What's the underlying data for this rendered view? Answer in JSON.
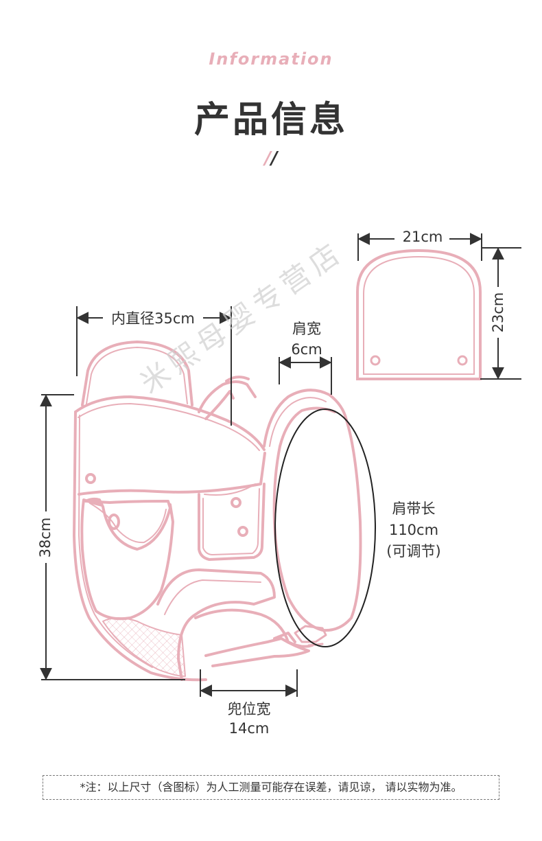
{
  "header": {
    "en_title": "Information",
    "cn_title": "产品信息",
    "divider_pink": "/",
    "divider_dark": "/"
  },
  "dimensions": {
    "inner_diameter": "内直径35cm",
    "height": "38cm",
    "shoulder_width_label": "肩宽",
    "shoulder_width_value": "6cm",
    "strap_length_label": "肩带长",
    "strap_length_value": "110cm",
    "strap_length_note": "(可调节)",
    "seat_width_label": "兜位宽",
    "seat_width_value": "14cm",
    "hood_width": "21cm",
    "hood_height": "23cm"
  },
  "watermark": "米熙母婴专营店",
  "footer_note": "*注：以上尺寸（含图标）为人工测量可能存在误差，请见谅， 请以实物为准。",
  "colors": {
    "outline_pink": "#e8aeb8",
    "text_dark": "#333333"
  }
}
